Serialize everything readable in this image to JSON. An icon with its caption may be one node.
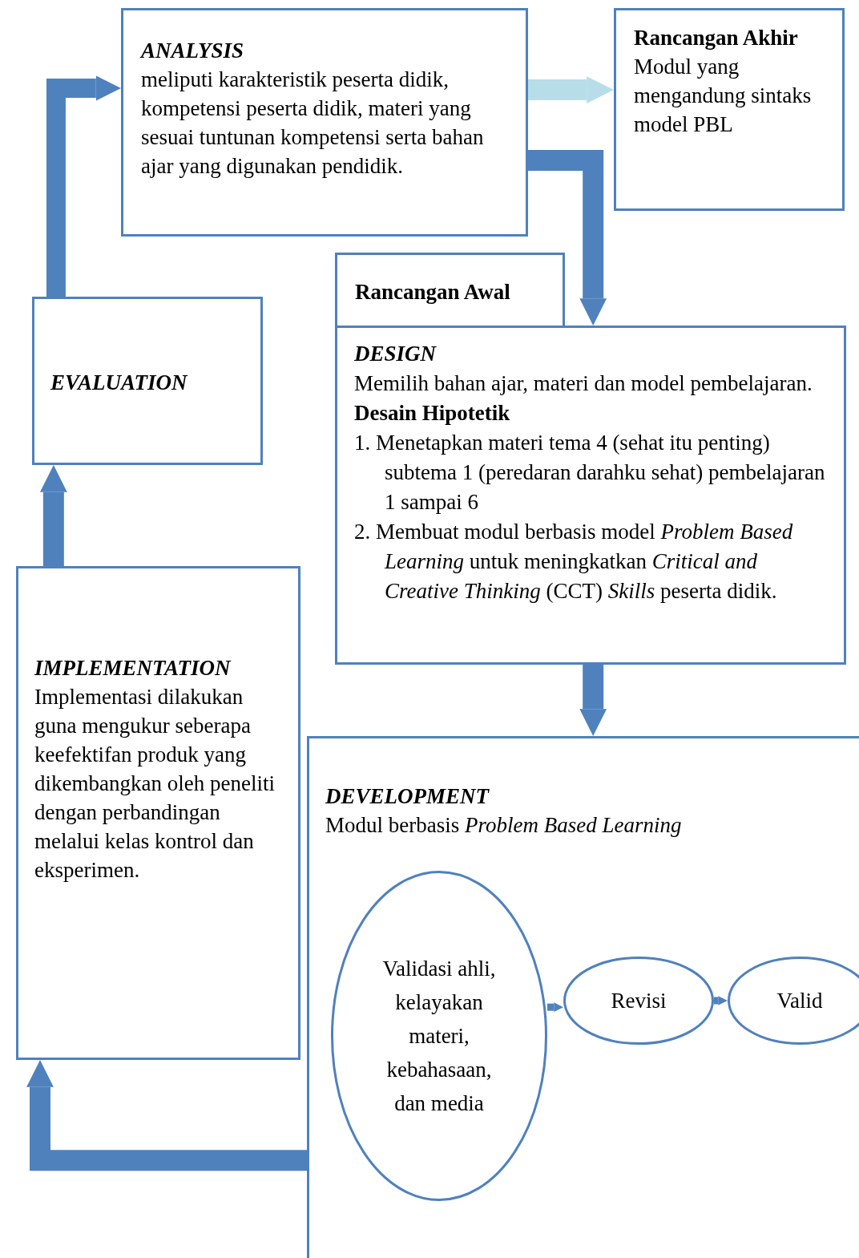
{
  "diagram": {
    "nodes": [
      {
        "text": [
          "ANALYSIS",
          "meliputi karakteristik peserta didik, kompetensi peserta didik, materi yang sesuai tuntunan kompetensi serta bahan ajar yang digunakan pendidik."
        ]
      },
      {
        "text": [
          "Rancangan Akhir",
          "Modul yang mengandung sintaks model PBL"
        ]
      },
      {
        "text": [
          "Rancangan Awal"
        ]
      },
      {
        "text": [
          "DESIGN",
          "Memilih bahan ajar, materi dan model pembelajaran.",
          "Desain Hipotetik",
          "1. Menetapkan materi tema 4 (sehat itu penting) subtema 1 (peredaran darahku sehat) pembelajaran 1 sampai 6",
          "2. Membuat modul berbasis model *Problem Based Learning* untuk meningkatkan *Critical and Creative Thinking* (CCT) *Skills* peserta didik."
        ]
      },
      {
        "text": [
          "EVALUATION"
        ]
      },
      {
        "text": [
          "IMPLEMENTATION",
          "Implementasi dilakukan guna mengukur seberapa keefektifan produk yang dikembangkan oleh peneliti dengan perbandingan melalui kelas kontrol dan eksperimen."
        ]
      },
      {
        "text": [
          "DEVELOPMENT",
          "Modul berbasis *Problem Based Learning*"
        ]
      },
      {
        "text": [
          "Validasi ahli, kelayakan materi, kebahasaan, dan media"
        ],
        "in": 6
      },
      {
        "text": [
          "Revisi"
        ],
        "in": 6
      },
      {
        "text": [
          "Valid"
        ],
        "in": 6
      }
    ],
    "edges": [
      {
        "from": 0,
        "to": 1,
        "arrow": "to",
        "color": "#b7dee8"
      },
      {
        "from": 0,
        "to": 3,
        "arrow": "to"
      },
      {
        "from": 3,
        "to": 6,
        "arrow": "to"
      },
      {
        "from": 6,
        "to": 5,
        "arrow": "to"
      },
      {
        "from": 5,
        "to": 4,
        "arrow": "to"
      },
      {
        "from": 4,
        "to": 0,
        "arrow": "to"
      },
      {
        "from": 7,
        "to": 8,
        "arrow": "to"
      },
      {
        "from": 8,
        "to": 9,
        "arrow": "to"
      }
    ]
  }
}
